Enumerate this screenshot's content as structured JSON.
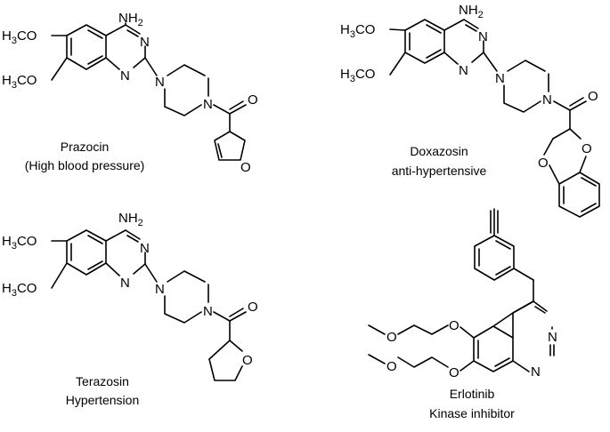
{
  "molecules": [
    {
      "name": "Prazocin",
      "description": "(High blood pressure)",
      "labels": {
        "nh2_main": "NH",
        "nh2_sub": "2",
        "meo1_a": "H",
        "meo1_b": "3",
        "meo1_c": "CO",
        "meo2_a": "H",
        "meo2_b": "3",
        "meo2_c": "CO",
        "n1": "N",
        "n2": "N",
        "n3": "N",
        "n4": "N",
        "o_carbonyl": "O",
        "o_ring": "O"
      }
    },
    {
      "name": "Doxazosin",
      "description": "anti-hypertensive",
      "labels": {
        "nh2_main": "NH",
        "nh2_sub": "2",
        "meo1_a": "H",
        "meo1_b": "3",
        "meo1_c": "CO",
        "meo2_a": "H",
        "meo2_b": "3",
        "meo2_c": "CO",
        "n1": "N",
        "n2": "N",
        "n3": "N",
        "n4": "N",
        "o_carbonyl": "O",
        "o_ring1": "O",
        "o_ring2": "O"
      }
    },
    {
      "name": "Terazosin",
      "description": "Hypertension",
      "labels": {
        "nh2_main": "NH",
        "nh2_sub": "2",
        "meo1_a": "H",
        "meo1_b": "3",
        "meo1_c": "CO",
        "meo2_a": "H",
        "meo2_b": "3",
        "meo2_c": "CO",
        "n1": "N",
        "n2": "N",
        "n3": "N",
        "n4": "N",
        "o_carbonyl": "O",
        "o_ring": "O"
      }
    },
    {
      "name": "Erlotinib",
      "description": "Kinase inhibitor",
      "labels": {
        "o1": "O",
        "o2": "O",
        "o3": "O",
        "o4": "O",
        "n1": "N",
        "n2": "N"
      }
    }
  ]
}
